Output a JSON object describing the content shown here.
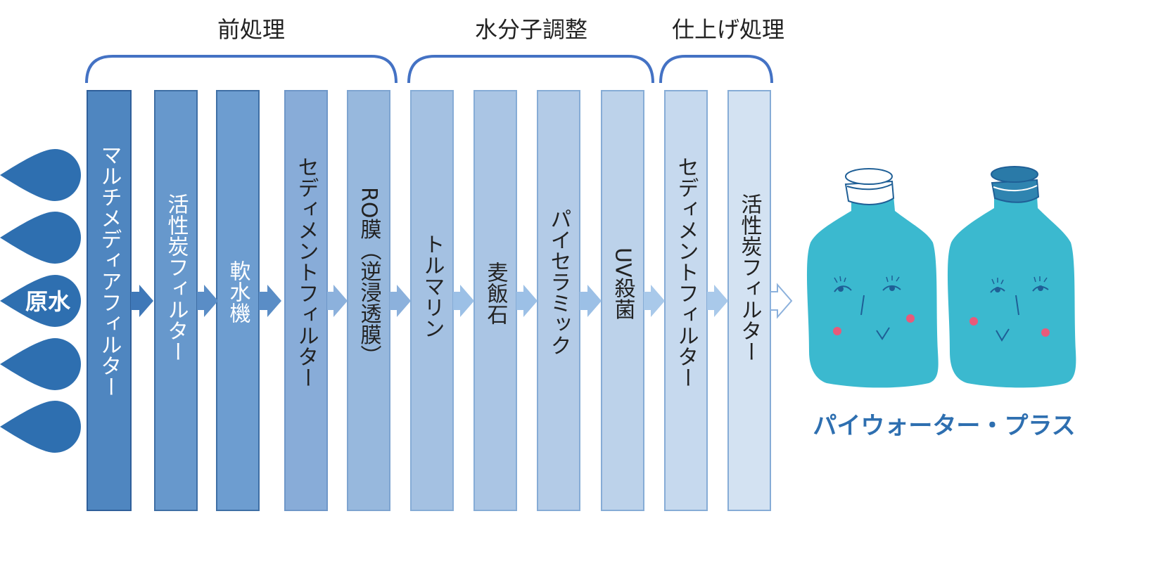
{
  "groups": [
    {
      "label": "前処理"
    },
    {
      "label": "水分子調整"
    },
    {
      "label": "仕上げ処理"
    }
  ],
  "source": {
    "label": "原水",
    "color": "#2e6fb0"
  },
  "stages": [
    {
      "label": "マルチメディアフィルター",
      "fill": "#4f86c0",
      "text_color": "#ffffff"
    },
    {
      "label": "活性炭フィルター",
      "fill": "#6798cc",
      "text_color": "#ffffff"
    },
    {
      "label": "軟水機",
      "fill": "#6d9dd0",
      "text_color": "#ffffff"
    },
    {
      "label": "セディメントフィルター",
      "fill": "#88acd8",
      "text_color": "#222222"
    },
    {
      "label": "RO膜（逆浸透膜）",
      "fill": "#97b8dd",
      "text_color": "#222222"
    },
    {
      "label": "トルマリン",
      "fill": "#a4c1e2",
      "text_color": "#222222"
    },
    {
      "label": "麦飯石",
      "fill": "#aac5e4",
      "text_color": "#222222"
    },
    {
      "label": "パイセラミック",
      "fill": "#b3cbe7",
      "text_color": "#222222"
    },
    {
      "label": "UV殺菌",
      "fill": "#bcd2ea",
      "text_color": "#222222"
    },
    {
      "label": "セディメントフィルター",
      "fill": "#c6d9ee",
      "text_color": "#222222"
    },
    {
      "label": "活性炭フィルター",
      "fill": "#d3e2f2",
      "text_color": "#222222"
    }
  ],
  "product": {
    "label": "パイウォーター・プラス",
    "color": "#2e6fb0",
    "bottle_color": "#3bb9cf"
  },
  "colors": {
    "bracket": "#4472c4",
    "arrow_dark": "#3f78b8",
    "arrow_light": "#9cc0e6"
  }
}
